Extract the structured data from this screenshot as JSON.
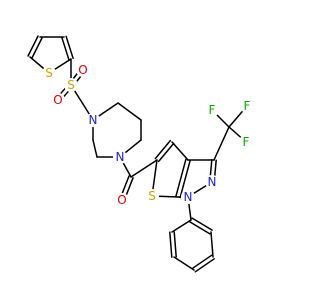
{
  "molecule": {
    "atoms": [
      {
        "id": "S_th",
        "label": "S",
        "color": "#c8a800"
      },
      {
        "id": "S_so2",
        "label": "S",
        "color": "#c8a800"
      },
      {
        "id": "O_top",
        "label": "O",
        "color": "#e00000"
      },
      {
        "id": "O_bot",
        "label": "O",
        "color": "#e00000"
      },
      {
        "id": "N_pip1",
        "label": "N",
        "color": "#2020e0"
      },
      {
        "id": "N_pip2",
        "label": "N",
        "color": "#2020e0"
      },
      {
        "id": "O_co",
        "label": "O",
        "color": "#e00000"
      },
      {
        "id": "S_core",
        "label": "S",
        "color": "#c8a800"
      },
      {
        "id": "N_pz2",
        "label": "N",
        "color": "#2020e0"
      },
      {
        "id": "N_pz1",
        "label": "N",
        "color": "#2020e0"
      },
      {
        "id": "F1",
        "label": "F",
        "color": "#00b000"
      },
      {
        "id": "F2",
        "label": "F",
        "color": "#00b000"
      },
      {
        "id": "F3",
        "label": "F",
        "color": "#00b000"
      }
    ],
    "colors": {
      "bond": "#000000",
      "sulfur": "#c8a800",
      "oxygen": "#e00000",
      "nitrogen": "#2020e0",
      "fluorine": "#00b000"
    }
  }
}
